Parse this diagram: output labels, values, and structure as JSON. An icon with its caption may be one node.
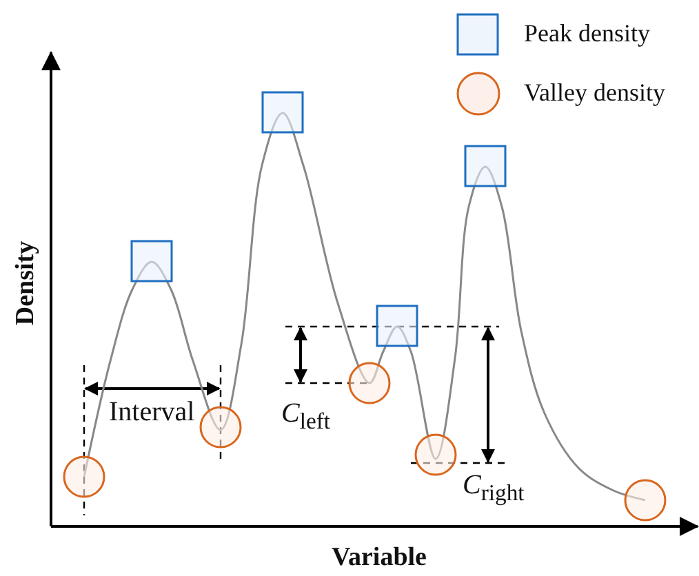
{
  "diagram": {
    "labels": [
      "Density",
      "Interval",
      "*C*$_{left}$",
      "*C*$_{right}$",
      "Variable"
    ],
    "legend": [
      {
        "text": "Peak density"
      },
      {
        "text": "Valley density"
      }
    ]
  }
}
